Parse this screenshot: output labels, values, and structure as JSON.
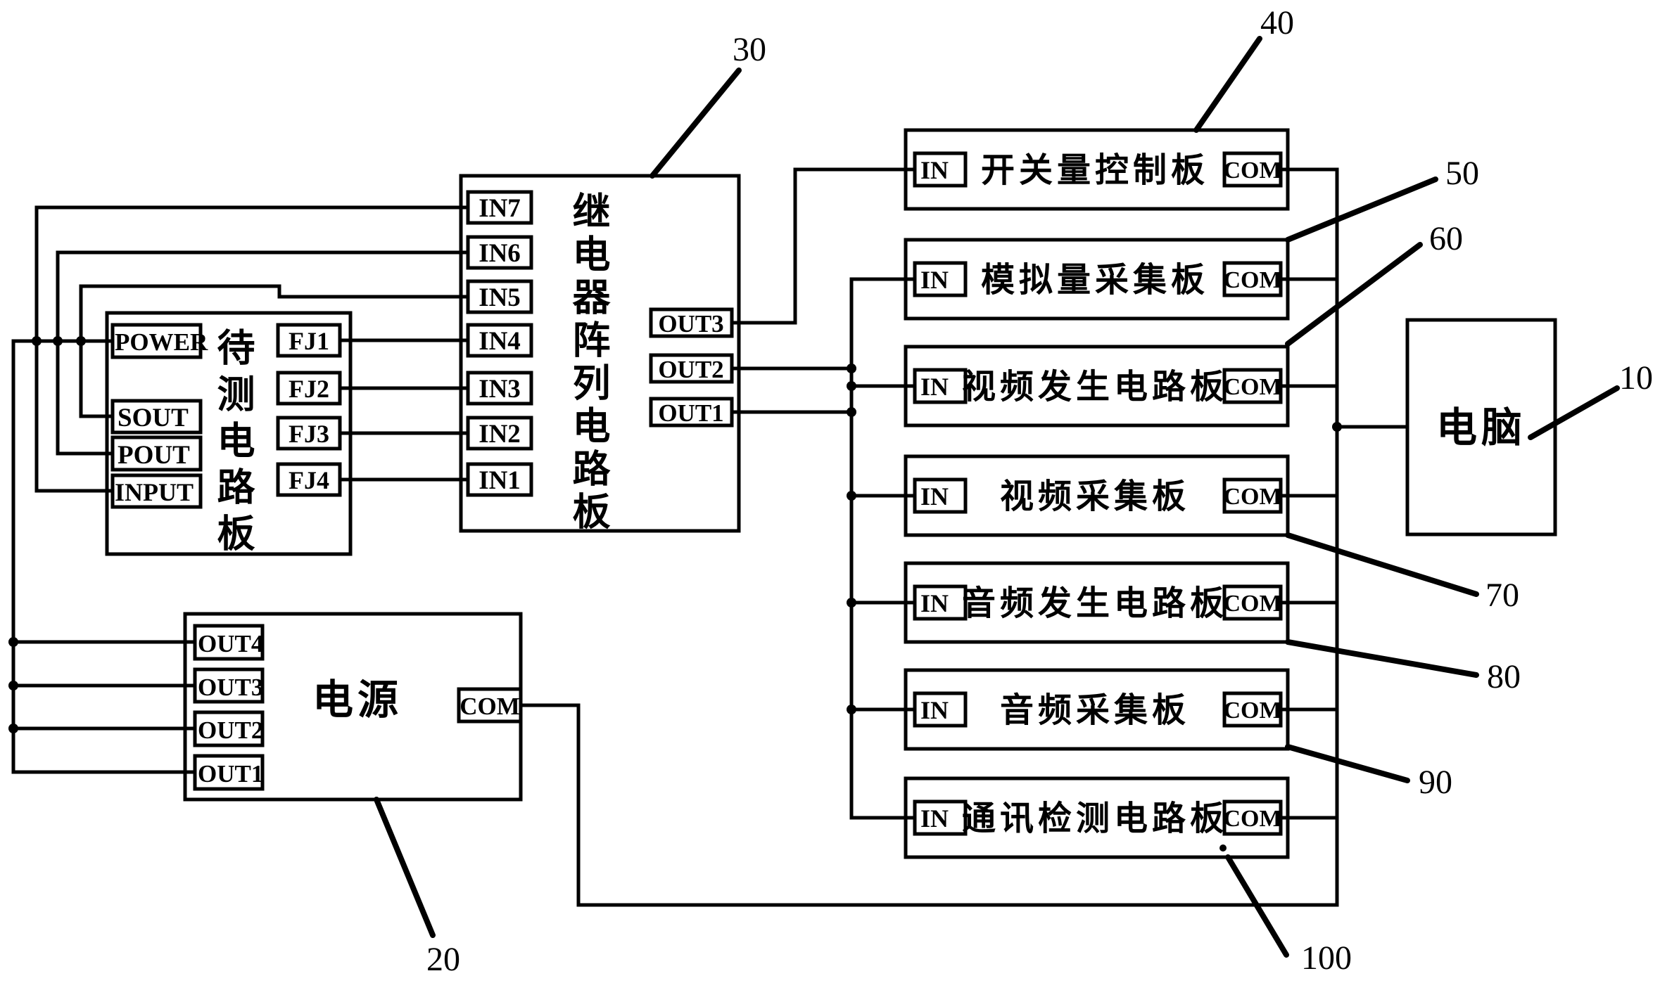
{
  "diagram": {
    "dut_board": {
      "title": "待测电路板",
      "ports": {
        "power": "POWER",
        "sout": "SOUT",
        "pout": "POUT",
        "input": "INPUT"
      },
      "relays": [
        "FJ1",
        "FJ2",
        "FJ3",
        "FJ4"
      ]
    },
    "relay_board": {
      "title": "继电器阵列电路板",
      "ref": "30",
      "inputs": [
        "IN7",
        "IN6",
        "IN5",
        "IN4",
        "IN3",
        "IN2",
        "IN1"
      ],
      "outputs": [
        "OUT3",
        "OUT2",
        "OUT1"
      ]
    },
    "power_supply": {
      "title": "电源",
      "ref": "20",
      "outputs": [
        "OUT4",
        "OUT3",
        "OUT2",
        "OUT1"
      ],
      "com": "COM"
    },
    "boards": [
      {
        "ref": "40",
        "name": "开关量控制板",
        "in": "IN",
        "com": "COM"
      },
      {
        "ref": "50",
        "name": "模拟量采集板",
        "in": "IN",
        "com": "COM"
      },
      {
        "ref": "60",
        "name": "视频发生电路板",
        "in": "IN",
        "com": "COM"
      },
      {
        "ref": "70",
        "name": "视频采集板",
        "in": "IN",
        "com": "COM"
      },
      {
        "ref": "80",
        "name": "音频发生电路板",
        "in": "IN",
        "com": "COM"
      },
      {
        "ref": "90",
        "name": "音频采集板",
        "in": "IN",
        "com": "COM"
      },
      {
        "ref": "100",
        "name": "通讯检测电路板",
        "in": "IN",
        "com": "COM"
      }
    ],
    "computer": {
      "name": "电脑",
      "ref": "10"
    },
    "line_color": "#000000",
    "background_color": "#ffffff"
  }
}
